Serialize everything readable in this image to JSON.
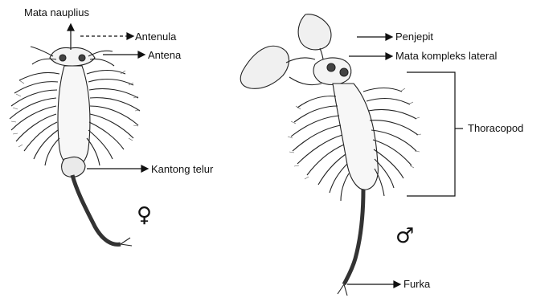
{
  "labels": {
    "mata_nauplius": "Mata nauplius",
    "antenula": "Antenula",
    "antena": "Antena",
    "kantong_telur": "Kantong telur",
    "penjepit": "Penjepit",
    "mata_kompleks_lateral": "Mata kompleks lateral",
    "thoracopod": "Thoracopod",
    "furka": "Furka"
  },
  "symbols": {
    "female": "♀",
    "male": "♂"
  }
}
